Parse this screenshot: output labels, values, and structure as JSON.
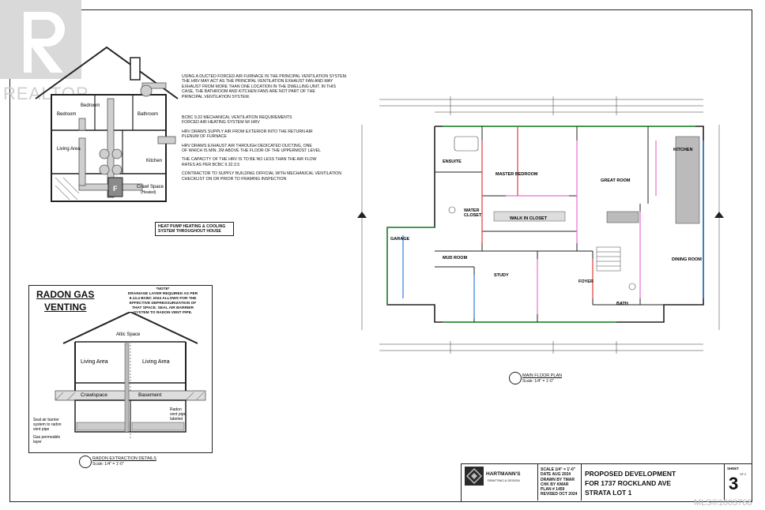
{
  "watermark": {
    "realtor": "REALTOR",
    "mls": "MLS®1003768"
  },
  "ventilation": {
    "rooms": [
      "Bedroom",
      "Bedroom",
      "Bathroom",
      "Living Area",
      "Kitchen",
      "Crawl Space",
      "(Heated)"
    ],
    "furnace": "F",
    "note1": [
      "USING A DUCTED FORCED AIR FURNACE IN THE PRINCIPAL VENTILATION SYSTEM.",
      "THE HRV MAY ACT AS THE PRINCIPAL VENTILATION EXHAUST FAN AND MAY",
      "EXHAUST FROM MORE THAN ONE LOCATION IN THE DWELLING UNIT. IN THIS",
      "CASE, THE BATHROOM AND KITCHEN FANS ARE NOT PART OF THE",
      "PRINCIPAL VENTILATION SYSTEM."
    ],
    "note2": [
      "BCBC 9.32 MECHANICAL VENTILATION REQUIREMENTS",
      "FORCED AIR HEATING SYSTEM W/ HRV"
    ],
    "note3": [
      "HRV DRAWS SUPPLY AIR FROM EXTERIOR INTO THE RETURN AIR",
      "PLENUM OF FURNACE"
    ],
    "note4": [
      "HRV DRAWS EXHAUST AIR THROUGH DEDICATED DUCTING, ONE",
      "OF WHICH IS MIN. 2M ABOVE THE FLOOR OF THE UPPERMOST LEVEL"
    ],
    "note5": [
      "THE CAPACITY OF THE HRV IS TO BE NO LESS THAN THE AIR FLOW",
      "RATES AS PER BCBC 9.32.3.5"
    ],
    "note6": [
      "CONTRACTOR TO SUPPLY BUILDING OFFICIAL WITH MECHANICAL VENTILATION",
      "CHECKLIST ON OR PRIOR TO FRAMING INSPECTION"
    ],
    "heat_pump": [
      "HEAT PUMP HEATING & COOLING",
      "SYSTEM THROUGHOUT HOUSE"
    ]
  },
  "radon": {
    "title1": "RADON GAS",
    "title2": "VENTING",
    "note_head": "*NOTE*",
    "note_lines": [
      "DRAINAGE LAYER REQUIRED AS PER",
      "9.13.4 BCBC 2024   ALLOWS FOR THE",
      "EFFECTIVE DEPRESSURIZATION OF",
      "THAT SPACE. SEAL AIR BARRIER",
      "SYSTEM TO RADON VENT PIPE."
    ],
    "attic": "Attic Space",
    "living1": "Living Area",
    "living2": "Living Area",
    "crawl": "Crawlspace",
    "basement": "Basement",
    "vent_pipe": [
      "Radon",
      "vent pipe",
      "labeled"
    ],
    "seal": [
      "Seal air barrier",
      "system to radon",
      "vent pipe"
    ],
    "gas_layer": [
      "Gas permeable",
      "layer"
    ],
    "caption": "RADON EXTRACTION DETAILS",
    "scale": "Scale: 1/4\" = 1'-0\""
  },
  "floorplan": {
    "rooms": {
      "garage": "GARAGE",
      "ensuite": "ENSUITE",
      "master": "MASTER BEDROOM",
      "great": "GREAT ROOM",
      "kitchen": "KITCHEN",
      "walkin": "WALK IN CLOSET",
      "mud": "MUD ROOM",
      "study": "STUDY",
      "foyer": "FOYER",
      "dining": "DINING ROOM",
      "bath": "BATH",
      "water_closet": [
        "WATER",
        "CLOSET"
      ]
    },
    "caption": "MAIN FLOOR PLAN",
    "scale": "Scale: 1/4\" = 1'-0\""
  },
  "titleblock": {
    "company": "HARTMANN'S",
    "company_sub": "DRAFTING & DESIGN",
    "scale": "SCALE 1/4\" = 1'-0\"",
    "date": "DATE AUG 2024",
    "drawn": "DRAWN BY TMAR",
    "chk": "CHK BY KMAR",
    "plan": "PLAN # 1459",
    "revised": "REVISED OCT 2024",
    "project1": "PROPOSED DEVELOPMENT",
    "project2": "FOR 1737 ROCKLAND AVE",
    "project3": "STRATA LOT 1",
    "sheet_label": "SHEET",
    "sheet_of": "OF 3",
    "sheet_number": "3"
  }
}
